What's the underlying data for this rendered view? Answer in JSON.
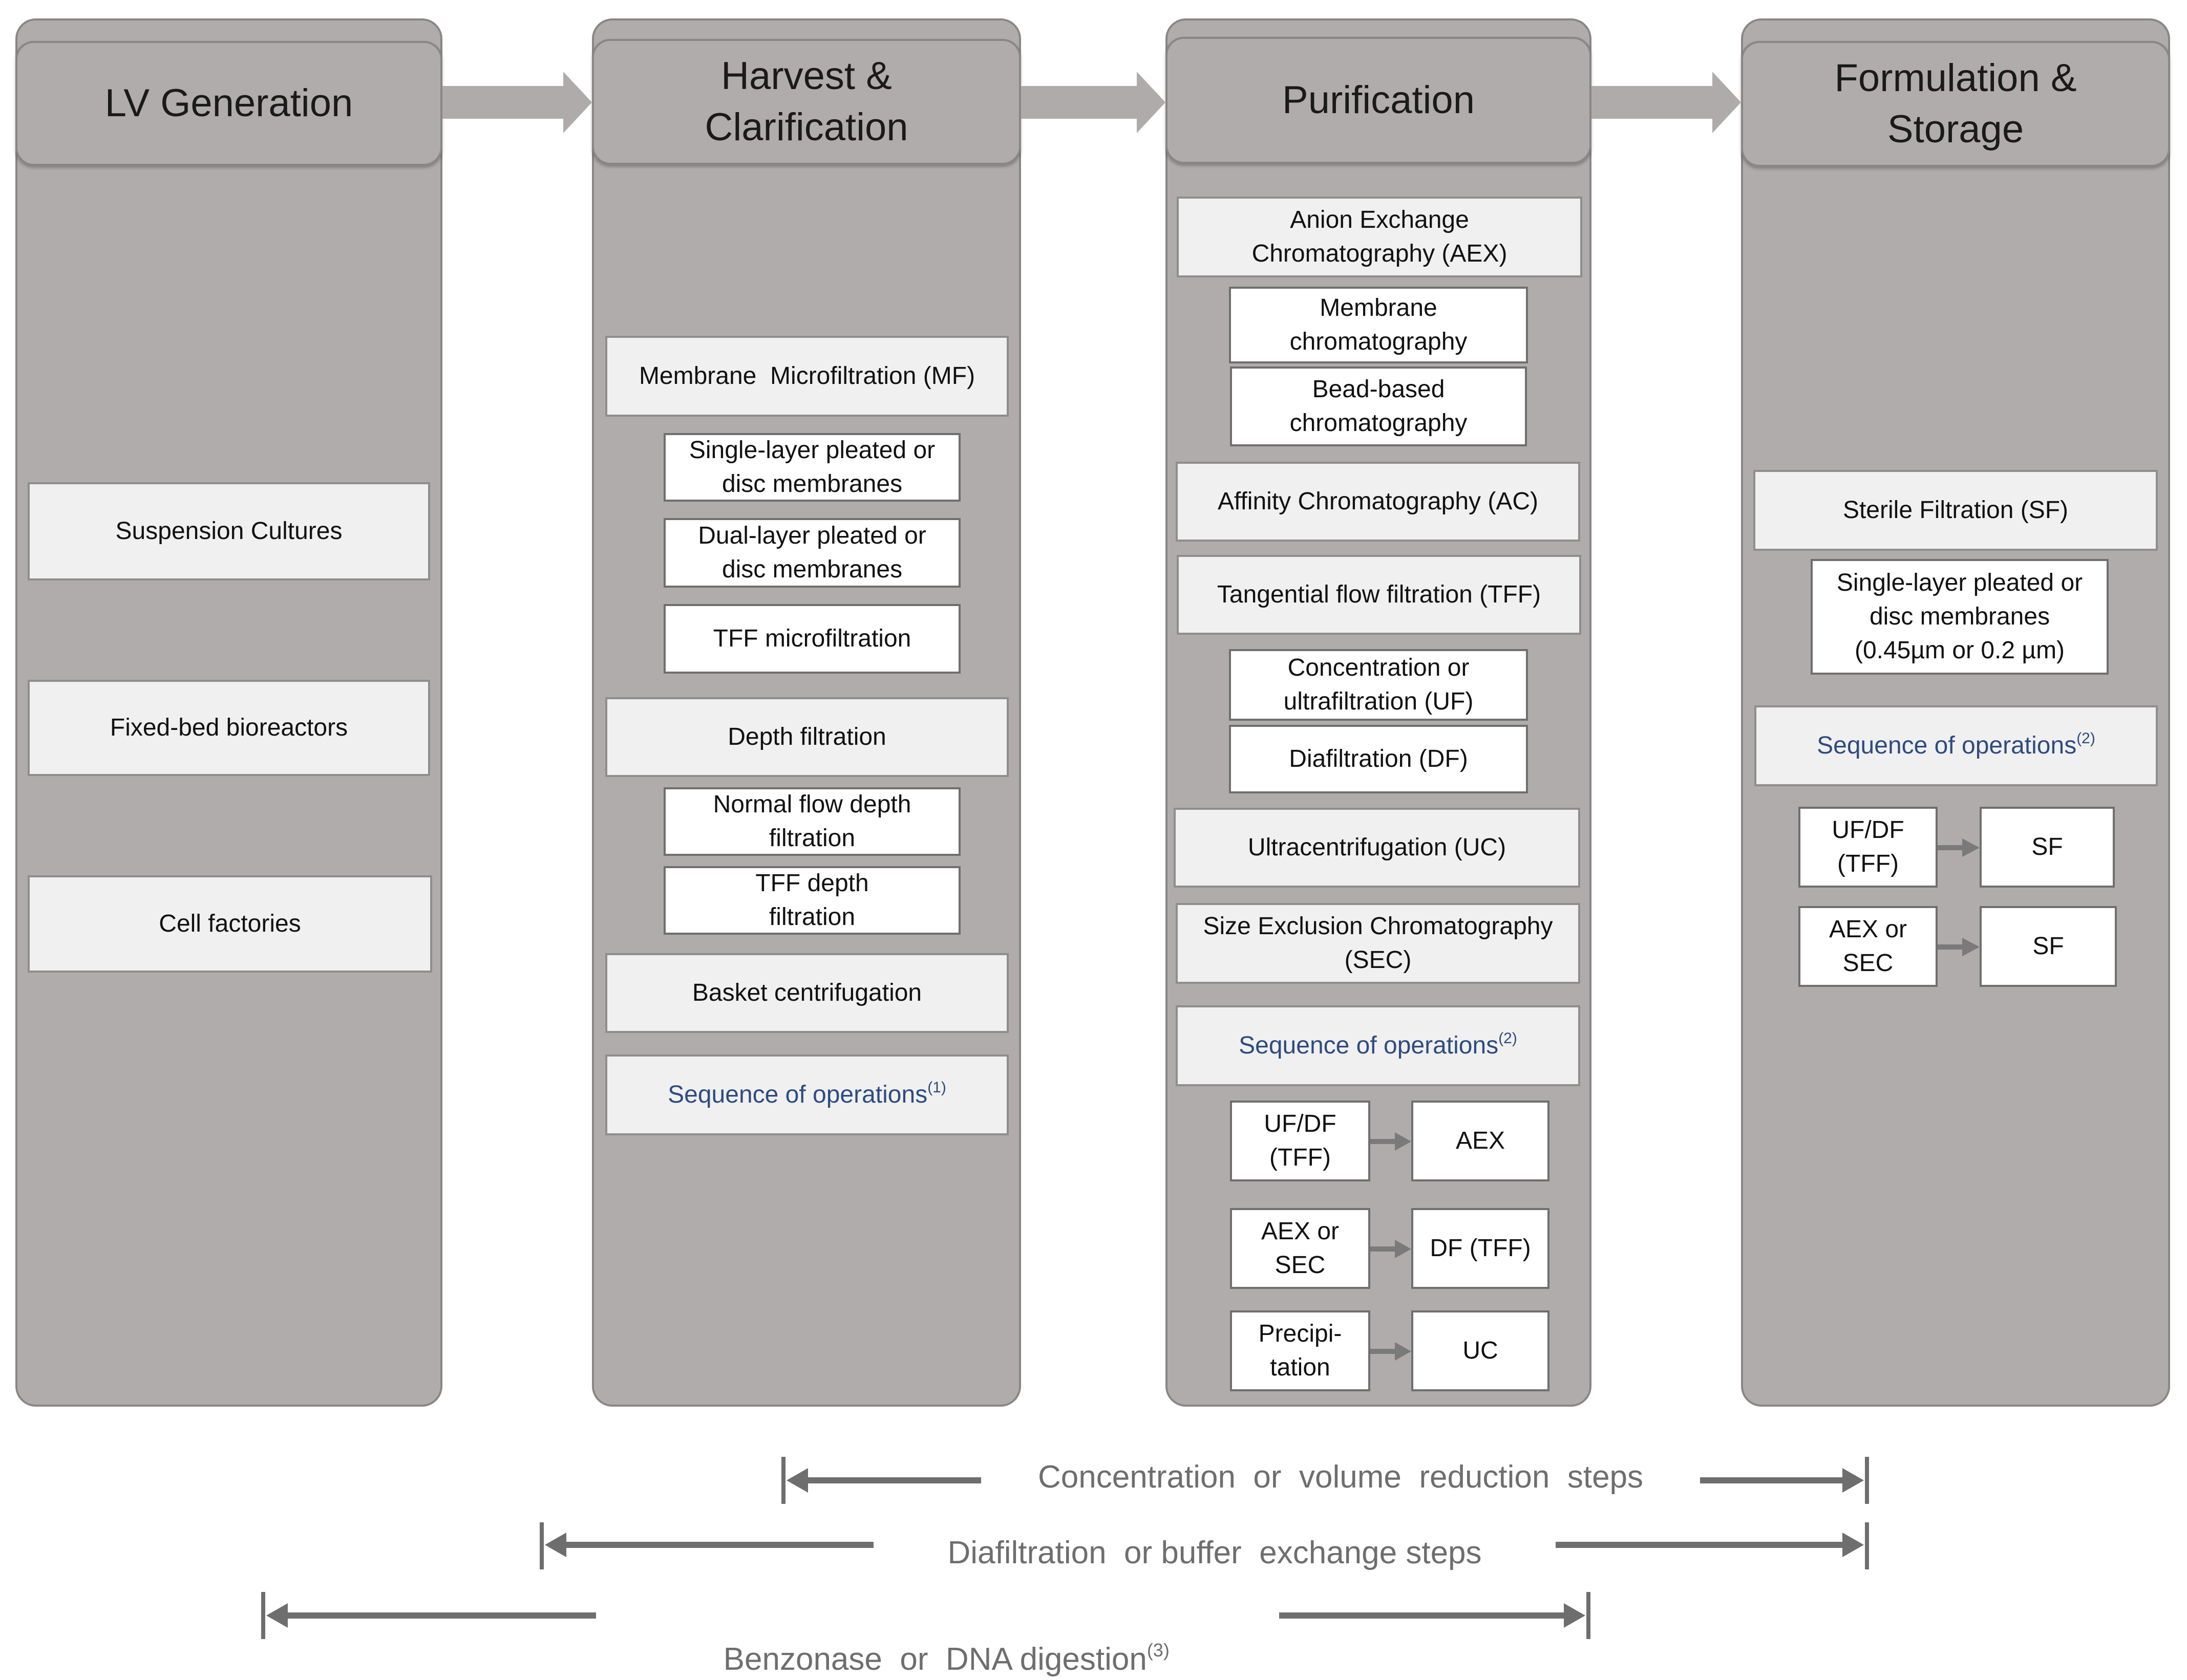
{
  "columns": {
    "lv_generation": {
      "title": "LV Generation",
      "items": [
        "Suspension Cultures",
        "Fixed-bed bioreactors",
        "Cell factories"
      ]
    },
    "harvest": {
      "title": "Harvest & Clarification",
      "mf": "Membrane  Microfiltration (MF)",
      "mf_sub": [
        "Single-layer pleated or disc membranes",
        "Dual-layer pleated or disc membranes",
        "TFF microfiltration"
      ],
      "depth": "Depth filtration",
      "depth_sub": [
        "Normal flow depth filtration",
        "TFF depth filtration"
      ],
      "basket": "Basket centrifugation",
      "sequence": "Sequence of operations",
      "sequence_ref": "(1)"
    },
    "purification": {
      "title": "Purification",
      "aex": "Anion Exchange Chromatography (AEX)",
      "aex_sub": [
        "Membrane chromatography",
        "Bead-based chromatography"
      ],
      "ac": "Affinity Chromatography (AC)",
      "tff": "Tangential flow filtration (TFF)",
      "tff_sub": [
        "Concentration or ultrafiltration (UF)",
        "Diafiltration (DF)"
      ],
      "uc": "Ultracentrifugation (UC)",
      "sec": "Size Exclusion Chromatography (SEC)",
      "sequence": "Sequence of operations",
      "sequence_ref": "(2)",
      "pairs": [
        {
          "from": "UF/DF (TFF)",
          "to": "AEX"
        },
        {
          "from": "AEX or SEC",
          "to": "DF (TFF)"
        },
        {
          "from": "Precipi- tation",
          "to": "UC"
        }
      ]
    },
    "formulation": {
      "title": "Formulation & Storage",
      "sf": "Sterile Filtration (SF)",
      "sf_sub": "Single-layer pleated or disc membranes (0.45µm or 0.2 µm)",
      "sequence": "Sequence of operations",
      "sequence_ref": "(2)",
      "pairs": [
        {
          "from": "UF/DF (TFF)",
          "to": "SF"
        },
        {
          "from": "AEX or SEC",
          "to": "SF"
        }
      ]
    }
  },
  "spans": {
    "concentration": "Concentration  or  volume  reduction  steps",
    "diafiltration": "Diafiltration  or buffer  exchange steps",
    "benzonase": "Benzonase  or  DNA digestion",
    "benzonase_ref": "(3)"
  },
  "colors": {
    "column_fill": "#b0acab",
    "box_fill": "#f0f0f0",
    "sequence_text": "#2e4b80",
    "arrow": "#7a7a7a"
  }
}
